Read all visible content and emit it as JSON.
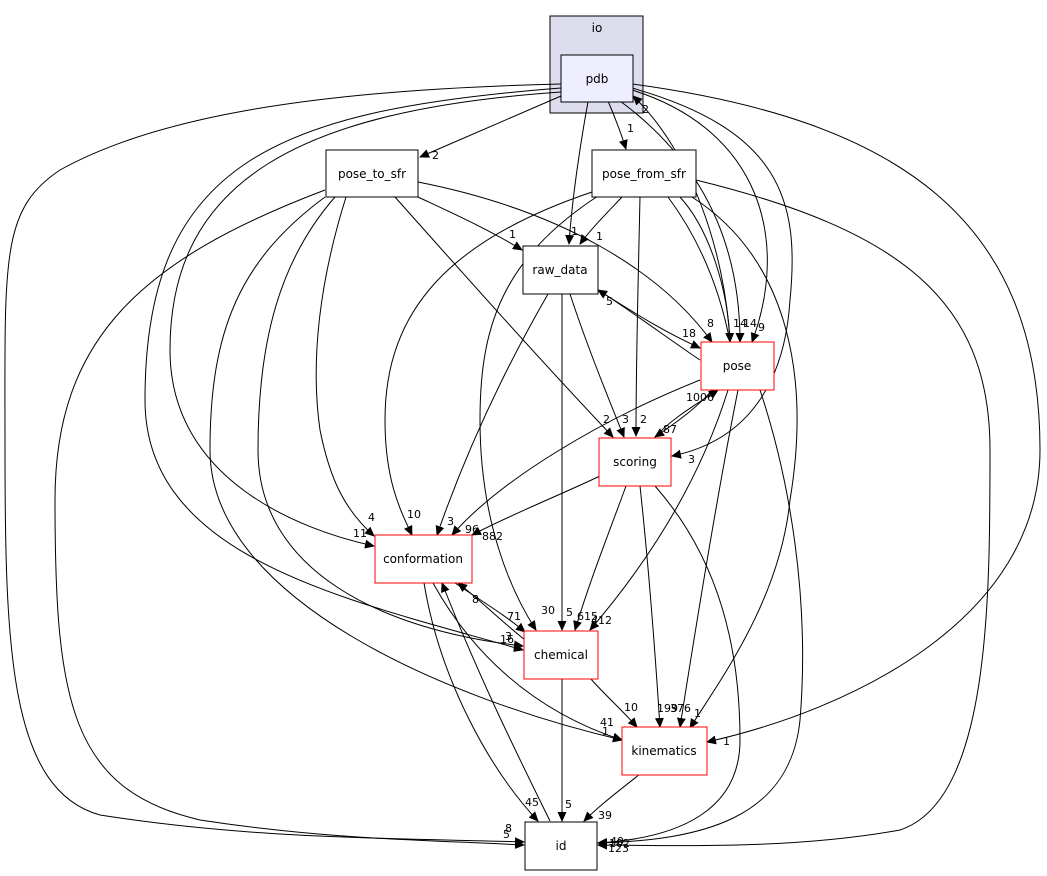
{
  "cluster": {
    "label": "io"
  },
  "nodes": {
    "pdb": "pdb",
    "pose_to_sfr": "pose_to_sfr",
    "pose_from_sfr": "pose_from_sfr",
    "raw_data": "raw_data",
    "pose": "pose",
    "scoring": "scoring",
    "conformation": "conformation",
    "chemical": "chemical",
    "kinematics": "kinematics",
    "id": "id"
  },
  "colors": {
    "cluster_fill": "#ddddee",
    "pdb_fill": "#eeeeff",
    "truncated_border": "#ff0000",
    "normal_border": "#000000",
    "edge": "#000000"
  },
  "edges": [
    {
      "from": "pdb",
      "to": "pose_to_sfr",
      "count": "2"
    },
    {
      "from": "pdb",
      "to": "pose_from_sfr",
      "count": "1"
    },
    {
      "from": "pdb",
      "to": "raw_data",
      "count": "1"
    },
    {
      "from": "pdb",
      "to": "pose",
      "count": "14"
    },
    {
      "from": "pdb",
      "to": "pose",
      "count": "9"
    },
    {
      "from": "pdb",
      "to": "scoring",
      "count": "3"
    },
    {
      "from": "pdb",
      "to": "conformation",
      "count": "11"
    },
    {
      "from": "pdb",
      "to": "chemical",
      "count": "16"
    },
    {
      "from": "pdb",
      "to": "kinematics",
      "count": "1"
    },
    {
      "from": "pdb",
      "to": "id",
      "count": "8"
    },
    {
      "from": "pose_from_sfr",
      "to": "pdb",
      "count": "2"
    },
    {
      "from": "pose_to_sfr",
      "to": "raw_data",
      "count": "1"
    },
    {
      "from": "pose_to_sfr",
      "to": "pose",
      "count": "8"
    },
    {
      "from": "pose_to_sfr",
      "to": "scoring",
      "count": "2"
    },
    {
      "from": "pose_to_sfr",
      "to": "conformation",
      "count": "4"
    },
    {
      "from": "pose_to_sfr",
      "to": "chemical",
      "count": "3"
    },
    {
      "from": "pose_to_sfr",
      "to": "kinematics",
      "count": "41"
    },
    {
      "from": "pose_to_sfr",
      "to": "id",
      "count": "5"
    },
    {
      "from": "pose_from_sfr",
      "to": "raw_data",
      "count": "1"
    },
    {
      "from": "pose_from_sfr",
      "to": "pose",
      "count": "14"
    },
    {
      "from": "pose_from_sfr",
      "to": "scoring",
      "count": "2"
    },
    {
      "from": "pose_from_sfr",
      "to": "conformation",
      "count": "10"
    },
    {
      "from": "pose_from_sfr",
      "to": "chemical",
      "count": "30"
    },
    {
      "from": "pose_from_sfr",
      "to": "kinematics",
      "count": "1"
    },
    {
      "from": "pose_from_sfr",
      "to": "id",
      "count": "123"
    },
    {
      "from": "raw_data",
      "to": "pose",
      "count": "18"
    },
    {
      "from": "pose",
      "to": "raw_data",
      "count": "5"
    },
    {
      "from": "raw_data",
      "to": "scoring",
      "count": "3"
    },
    {
      "from": "raw_data",
      "to": "conformation",
      "count": "3"
    },
    {
      "from": "raw_data",
      "to": "chemical",
      "count": "5"
    },
    {
      "from": "pose",
      "to": "scoring",
      "count": "87"
    },
    {
      "from": "scoring",
      "to": "pose",
      "count": "1006"
    },
    {
      "from": "pose",
      "to": "conformation",
      "count": "96"
    },
    {
      "from": "pose",
      "to": "chemical",
      "count": "412"
    },
    {
      "from": "pose",
      "to": "kinematics",
      "count": "376"
    },
    {
      "from": "pose",
      "to": "id",
      "count": "40"
    },
    {
      "from": "scoring",
      "to": "conformation",
      "count": "882"
    },
    {
      "from": "scoring",
      "to": "chemical",
      "count": "615"
    },
    {
      "from": "scoring",
      "to": "kinematics",
      "count": "199"
    },
    {
      "from": "scoring",
      "to": "id",
      "count": "102"
    },
    {
      "from": "conformation",
      "to": "chemical",
      "count": "71"
    },
    {
      "from": "chemical",
      "to": "conformation",
      "count": "8"
    },
    {
      "from": "conformation",
      "to": "kinematics",
      "count": "1"
    },
    {
      "from": "conformation",
      "to": "id",
      "count": "45"
    },
    {
      "from": "id",
      "to": "conformation",
      "count": "2"
    },
    {
      "from": "chemical",
      "to": "kinematics",
      "count": "10"
    },
    {
      "from": "chemical",
      "to": "id",
      "count": "5"
    },
    {
      "from": "kinematics",
      "to": "id",
      "count": "39"
    }
  ]
}
